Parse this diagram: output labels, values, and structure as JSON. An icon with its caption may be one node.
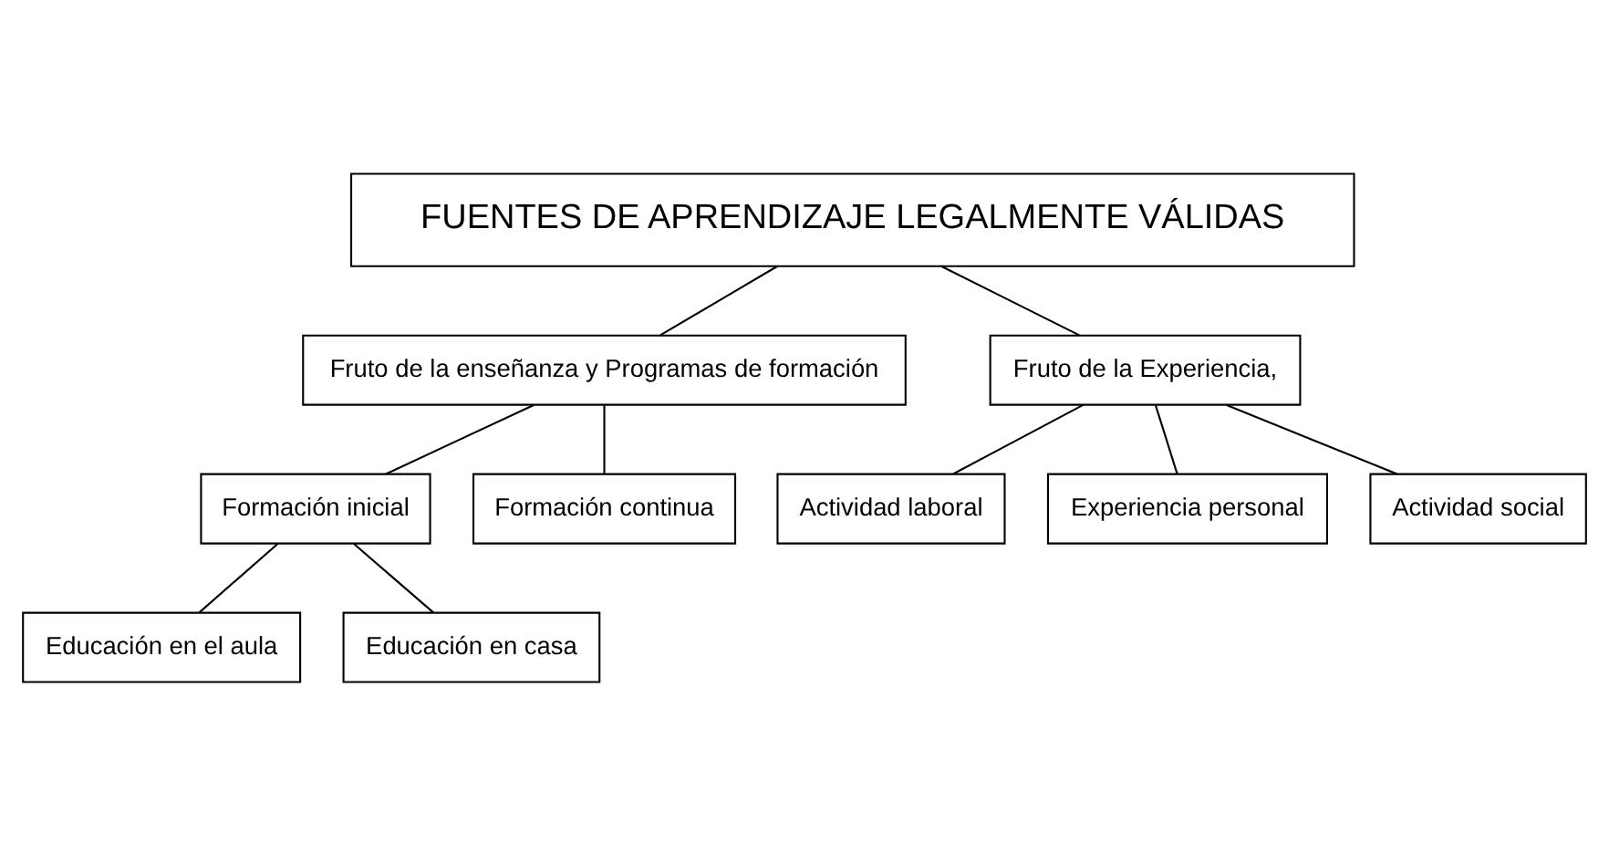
{
  "diagram": {
    "nodes": [
      {
        "text": [
          "FUENTES DE APRENDIZAJE LEGALMENTE VÁLIDAS"
        ]
      },
      {
        "text": [
          "Fruto de la enseñanza y Programas de formación"
        ]
      },
      {
        "text": [
          "Fruto de la Experiencia,"
        ]
      },
      {
        "text": [
          "Formación inicial"
        ]
      },
      {
        "text": [
          "Educación en el aula"
        ]
      },
      {
        "text": [
          "Educación en casa"
        ]
      },
      {
        "text": [
          "Formación continua"
        ]
      },
      {
        "text": [
          "Actividad laboral"
        ]
      },
      {
        "text": [
          "Experiencia personal"
        ]
      },
      {
        "text": [
          "Actividad social"
        ]
      }
    ],
    "edges": [
      {
        "from": 0,
        "to": 1,
        "arrow": "none"
      },
      {
        "from": 0,
        "to": 2,
        "arrow": "none"
      },
      {
        "from": 1,
        "to": 3,
        "arrow": "none"
      },
      {
        "from": 1,
        "to": 6,
        "arrow": "none"
      },
      {
        "from": 3,
        "to": 4,
        "arrow": "none"
      },
      {
        "from": 3,
        "to": 5,
        "arrow": "none"
      },
      {
        "from": 2,
        "to": 7,
        "arrow": "none"
      },
      {
        "from": 2,
        "to": 8,
        "arrow": "none"
      },
      {
        "from": 2,
        "to": 9,
        "arrow": "none"
      }
    ]
  }
}
